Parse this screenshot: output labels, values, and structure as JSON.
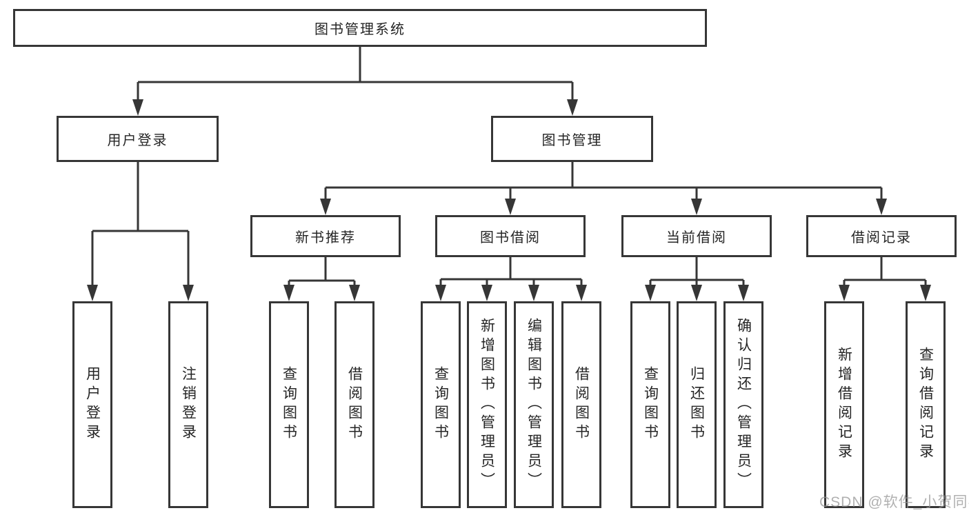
{
  "diagram": {
    "title": "图书管理系统",
    "branches": [
      {
        "label": "用户登录",
        "children": [
          {
            "label": "用户登录"
          },
          {
            "label": "注销登录"
          }
        ]
      },
      {
        "label": "图书管理",
        "children": [
          {
            "label": "新书推荐",
            "children": [
              {
                "label": "查询图书"
              },
              {
                "label": "借阅图书"
              }
            ]
          },
          {
            "label": "图书借阅",
            "children": [
              {
                "label": "查询图书"
              },
              {
                "label": "新增图书（管理员）"
              },
              {
                "label": "编辑图书（管理员）"
              },
              {
                "label": "借阅图书"
              }
            ]
          },
          {
            "label": "当前借阅",
            "children": [
              {
                "label": "查询图书"
              },
              {
                "label": "归还图书"
              },
              {
                "label": "确认归还（管理员）"
              }
            ]
          },
          {
            "label": "借阅记录",
            "children": [
              {
                "label": "新增借阅记录"
              },
              {
                "label": "查询借阅记录"
              }
            ]
          }
        ]
      }
    ]
  },
  "watermark": {
    "text": "CSDN @软件_小贺同学"
  },
  "colors": {
    "line": "#363636",
    "box_background": "#ffffff",
    "text": "#252525",
    "watermark": "#969696"
  }
}
